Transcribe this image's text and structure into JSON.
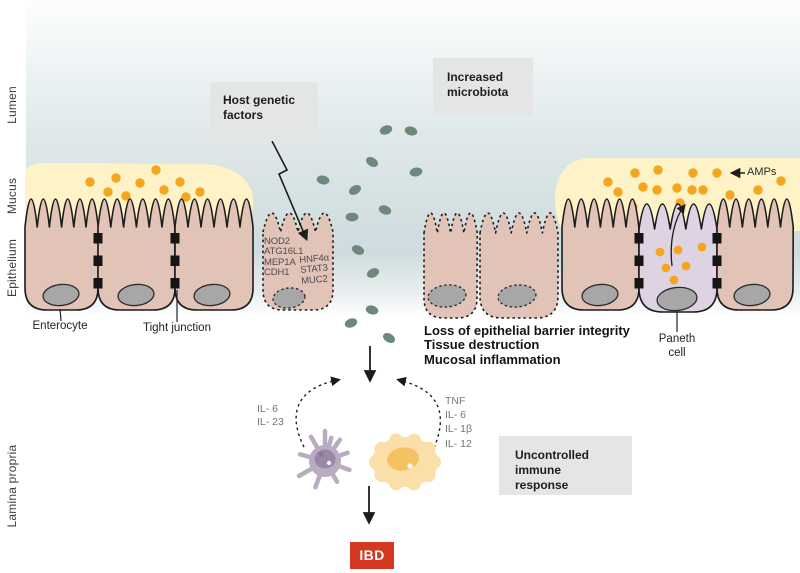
{
  "palette": {
    "box_gray": "#e3e6e5",
    "ibd_red": "#d4381e",
    "mucus_yellow": "#fdf3c6",
    "cell_pink": "#e2c3b7",
    "paneth_lavender": "#ded3e2",
    "nucleus_gray": "#a7a7a7",
    "bacteria_green": "#6e887c",
    "amp_orange": "#f5a620",
    "dendritic_purple": "#b9abc0",
    "dendritic_nucleus": "#9b87a7",
    "macrophage_orange": "#fadfa9",
    "macrophage_nucleus": "#f5c263",
    "outline_dark": "#1c1c1c"
  },
  "side_labels": {
    "lumen": "Lumen",
    "mucus": "Mucus",
    "epithelium": "Epithelium",
    "lamina_propria": "Lamina propria"
  },
  "annotations": {
    "host_genetic_factors": "Host genetic factors",
    "increased_microbiota": "Increased microbiota",
    "uncontrolled_immune_response": "Uncontrolled immune response",
    "ibd": "IBD",
    "amps": "AMPs",
    "enterocyte": "Enterocyte",
    "tight_junction": "Tight junction",
    "paneth_cell": "Paneth cell"
  },
  "host_genes": {
    "column1": [
      "NOD2",
      "ATG16L1",
      "MEP1A",
      "CDH1"
    ],
    "column2": [
      "HNF4α",
      "STAT3",
      "MUC2"
    ]
  },
  "consequences": [
    "Loss of epithelial barrier integrity",
    "Tissue destruction",
    "Mucosal inflammation"
  ],
  "cytokines": {
    "dendritic_cell": [
      "IL- 6",
      "IL- 23"
    ],
    "macrophage": [
      "TNF",
      "IL- 6",
      "IL- 1β",
      "IL- 12"
    ]
  }
}
